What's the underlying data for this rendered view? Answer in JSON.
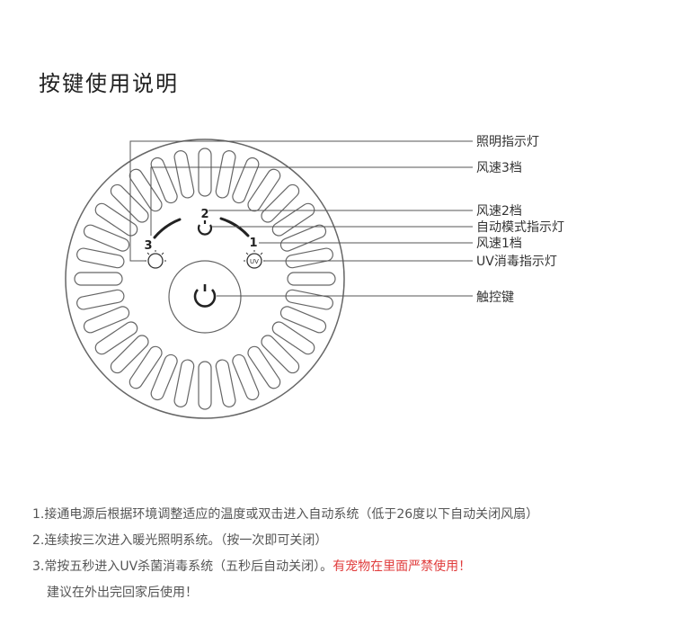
{
  "title": "按键使用说明",
  "callouts": {
    "light_indicator": "照明指示灯",
    "fan_speed_3": "风速3档",
    "fan_speed_2": "风速2档",
    "auto_mode_indicator": "自动模式指示灯",
    "fan_speed_1": "风速1档",
    "uv_indicator": "UV消毒指示灯",
    "touch_key": "触控键"
  },
  "panel": {
    "speed_marks": [
      "3",
      "2",
      "1"
    ],
    "uv_badge": "UV"
  },
  "notes": [
    {
      "text": "1.接通电源后根据环境调整适应的温度或双击进入自动系统（低于26度以下自动关闭风扇）"
    },
    {
      "text": "2.连续按三次进入暖光照明系统。（按一次即可关闭）"
    },
    {
      "text": "3.常按五秒进入UV杀菌消毒系统（五秒后自动关闭）。",
      "warning": "有宠物在里面严禁使用！"
    },
    {
      "text": "建议在外出完回家后使用！"
    }
  ],
  "colors": {
    "text": "#333333",
    "line": "#555555",
    "warning": "#e03c3c"
  }
}
